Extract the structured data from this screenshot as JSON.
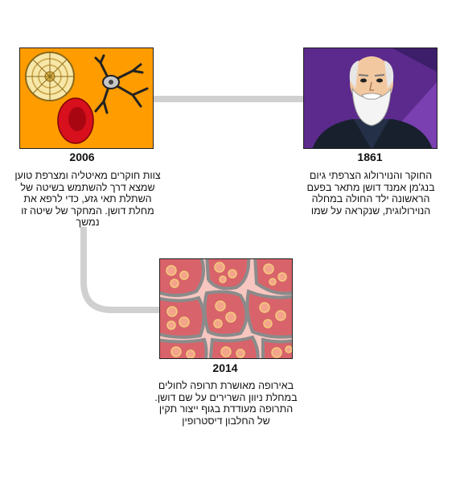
{
  "events": [
    {
      "year": "1861",
      "text": "החוקר והנוירולוג הצרפתי גיום בנג'מן אמנד דושן מתאר בפעם הראשונה ילד החולה במחלה הנוירולוגית, שנקראה על שמו",
      "image_icon": "bearded-scientist-portrait-icon"
    },
    {
      "year": "2006",
      "text": "צוות חוקרים מאיטליה ומצרפת טוען שמצא דרך להשתמש בשיטה של השתלת תאי גזע, כדי לרפא את מחלת דושן. המחקר של שיטה זו נמשך",
      "image_icon": "stem-cells-icon"
    },
    {
      "year": "2014",
      "text": "באירופה מאושרת תרופה לחולים במחלת ניוון השרירים על שם דושן. התרופה מעודדת בגוף ייצור תקין של החלבון דיסטרופין",
      "image_icon": "muscle-tissue-icon"
    }
  ],
  "colors": {
    "connector": "#d0d0d0",
    "portrait_bg": "#5b2a8c",
    "cells_bg": "#ff9c00",
    "tissue_bg": "#f7c6c0"
  }
}
